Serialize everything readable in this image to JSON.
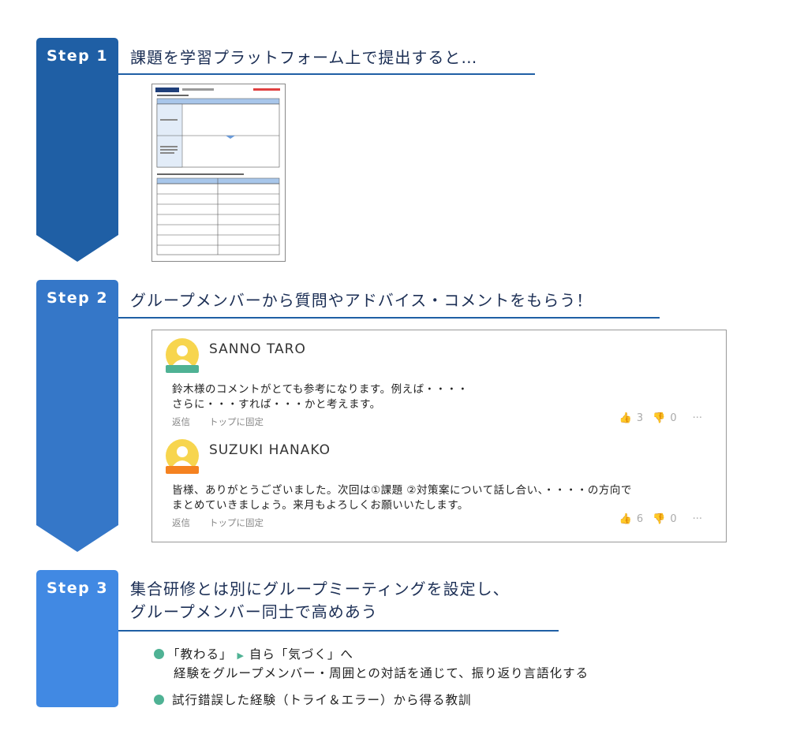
{
  "steps": [
    {
      "label": "Step 1",
      "title": "課題を学習プラットフォーム上で提出すると…",
      "color": "#1f5fa5"
    },
    {
      "label": "Step 2",
      "title": "グループメンバーから質問やアドバイス・コメントをもらう！",
      "color": "#3577c8"
    },
    {
      "label": "Step 3",
      "title_line1": "集合研修とは別にグループミーティングを設定し、",
      "title_line2": "グループメンバー同士で高めあう",
      "color": "#4189e3"
    }
  ],
  "comments": [
    {
      "name": "SANNO TARO",
      "line1": "鈴木様のコメントがとても参考になります。例えば・・・・",
      "line2": "さらに・・・すれば・・・かと考えます。",
      "reply": "返信",
      "pin": "トップに固定",
      "likes": "3",
      "dislikes": "0",
      "badge_color": "#4fb294"
    },
    {
      "name": "SUZUKI HANAKO",
      "line1": "皆様、ありがとうございました。次回は①課題 ②対策案について話し合い、・・・・の方向で",
      "line2": "まとめていきましょう。来月もよろしくお願いいたします。",
      "reply": "返信",
      "pin": "トップに固定",
      "likes": "6",
      "dislikes": "0",
      "badge_color": "#f58220"
    }
  ],
  "bullets": {
    "b1_part1": "「教わる」",
    "b1_part2": "自ら「気づく」へ",
    "b1_line2": "経験をグループメンバー・周囲との対話を通じて、振り返り言語化する",
    "b2": "試行錯誤した経験（トライ＆エラー）から得る教訓"
  },
  "more": "···"
}
